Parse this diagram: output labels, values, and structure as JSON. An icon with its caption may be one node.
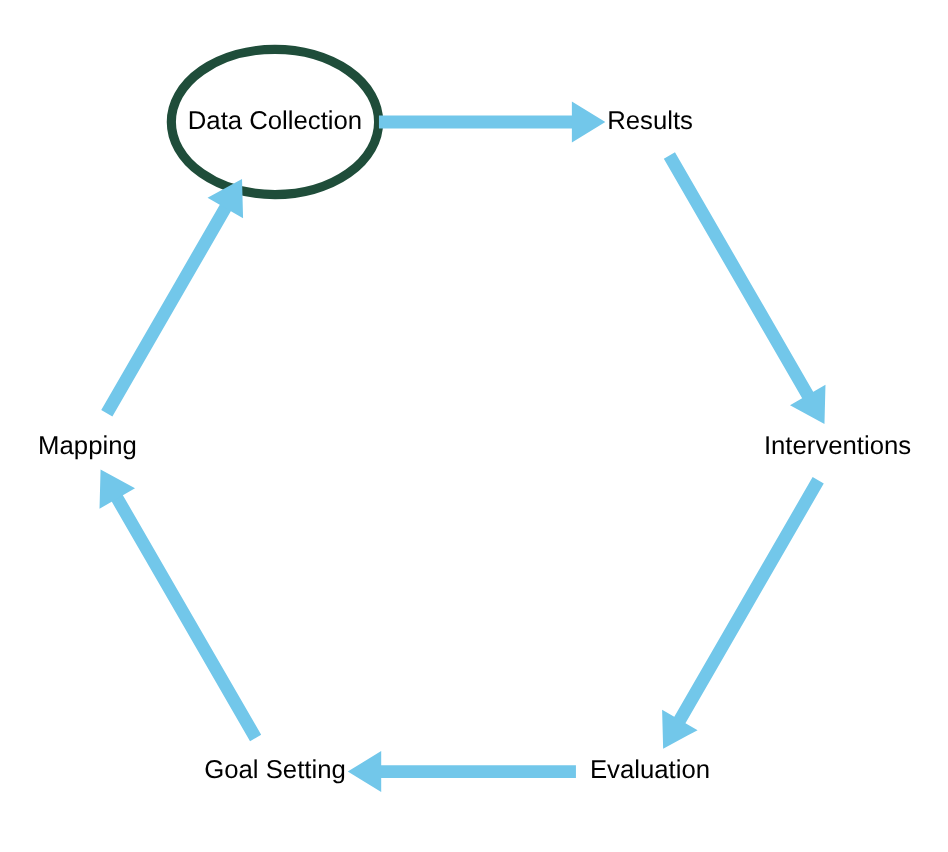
{
  "diagram": {
    "nodes": [
      {
        "text": [
          "Evaluation"
        ]
      },
      {
        "text": [
          "Goal Setting"
        ]
      },
      {
        "text": [
          "Mapping"
        ]
      },
      {
        "text": [
          "Data Collection"
        ]
      },
      {
        "text": [
          "Results"
        ]
      },
      {
        "text": [
          "Interventions"
        ]
      }
    ],
    "edges": [
      {
        "from": 0,
        "to": 1,
        "arrow": "to"
      },
      {
        "from": 1,
        "to": 2,
        "arrow": "to"
      },
      {
        "from": 2,
        "to": 3,
        "arrow": "to"
      },
      {
        "from": 3,
        "to": 4,
        "arrow": "to"
      },
      {
        "from": 4,
        "to": 5,
        "arrow": "to"
      },
      {
        "from": 5,
        "to": 0,
        "arrow": "to"
      }
    ]
  }
}
